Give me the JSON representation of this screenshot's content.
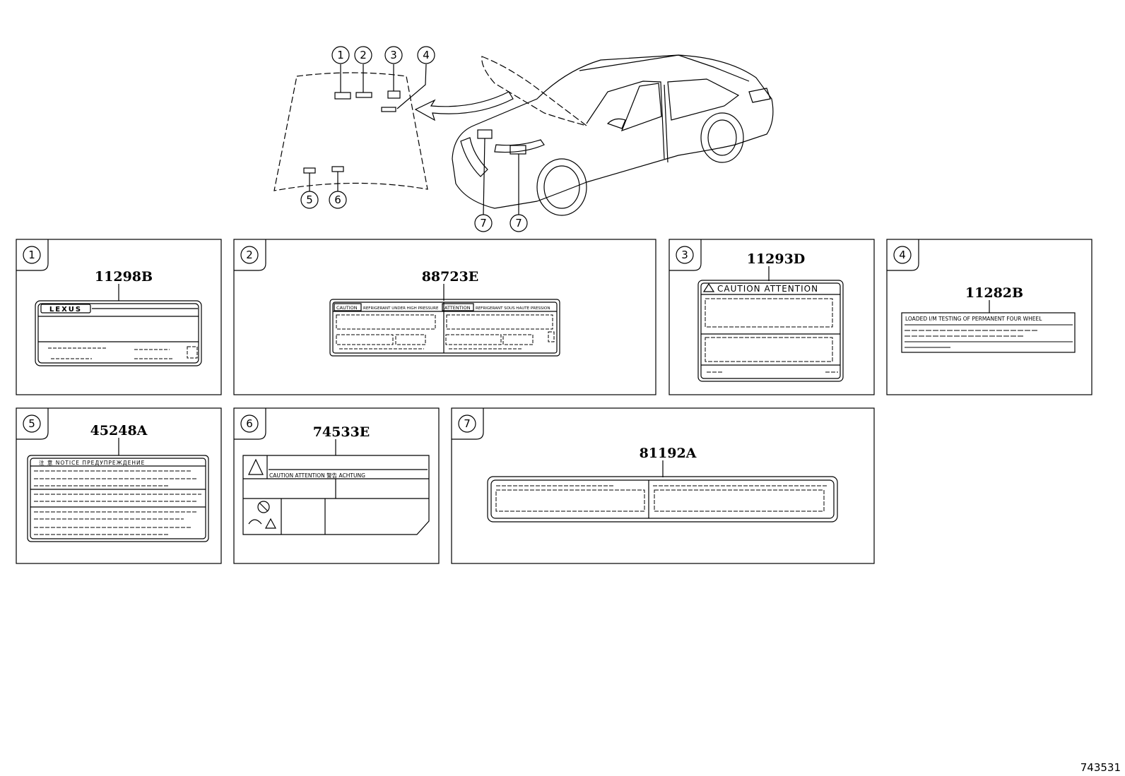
{
  "diagram_id": "743531",
  "callouts": [
    "1",
    "2",
    "3",
    "4",
    "5",
    "6",
    "7"
  ],
  "panels": [
    {
      "num": "1",
      "part": "11298B",
      "logo": "LEXUS"
    },
    {
      "num": "2",
      "part": "88723E",
      "warn_a": "CAUTION",
      "text_a": "REFRIGERANT UNDER HIGH PRESSURE",
      "warn_b": "ATTENTION",
      "text_b": "REFRIGERANT SOUS HAUTE PRESSION"
    },
    {
      "num": "3",
      "part": "11293D",
      "heading": "CAUTION  ATTENTION"
    },
    {
      "num": "4",
      "part": "11282B",
      "heading": "LOADED I/M TESTING OF PERMANENT FOUR WHEEL"
    },
    {
      "num": "5",
      "part": "45248A",
      "heading": "注 意   NOTICE   ПРЕДУПРЕЖДЕНИЕ"
    },
    {
      "num": "6",
      "part": "74533E",
      "heading": "CAUTION  ATTENTION  警告   ACHTUNG"
    },
    {
      "num": "7",
      "part": "81192A"
    }
  ],
  "colors": {
    "line": "#000000",
    "background": "#ffffff"
  }
}
